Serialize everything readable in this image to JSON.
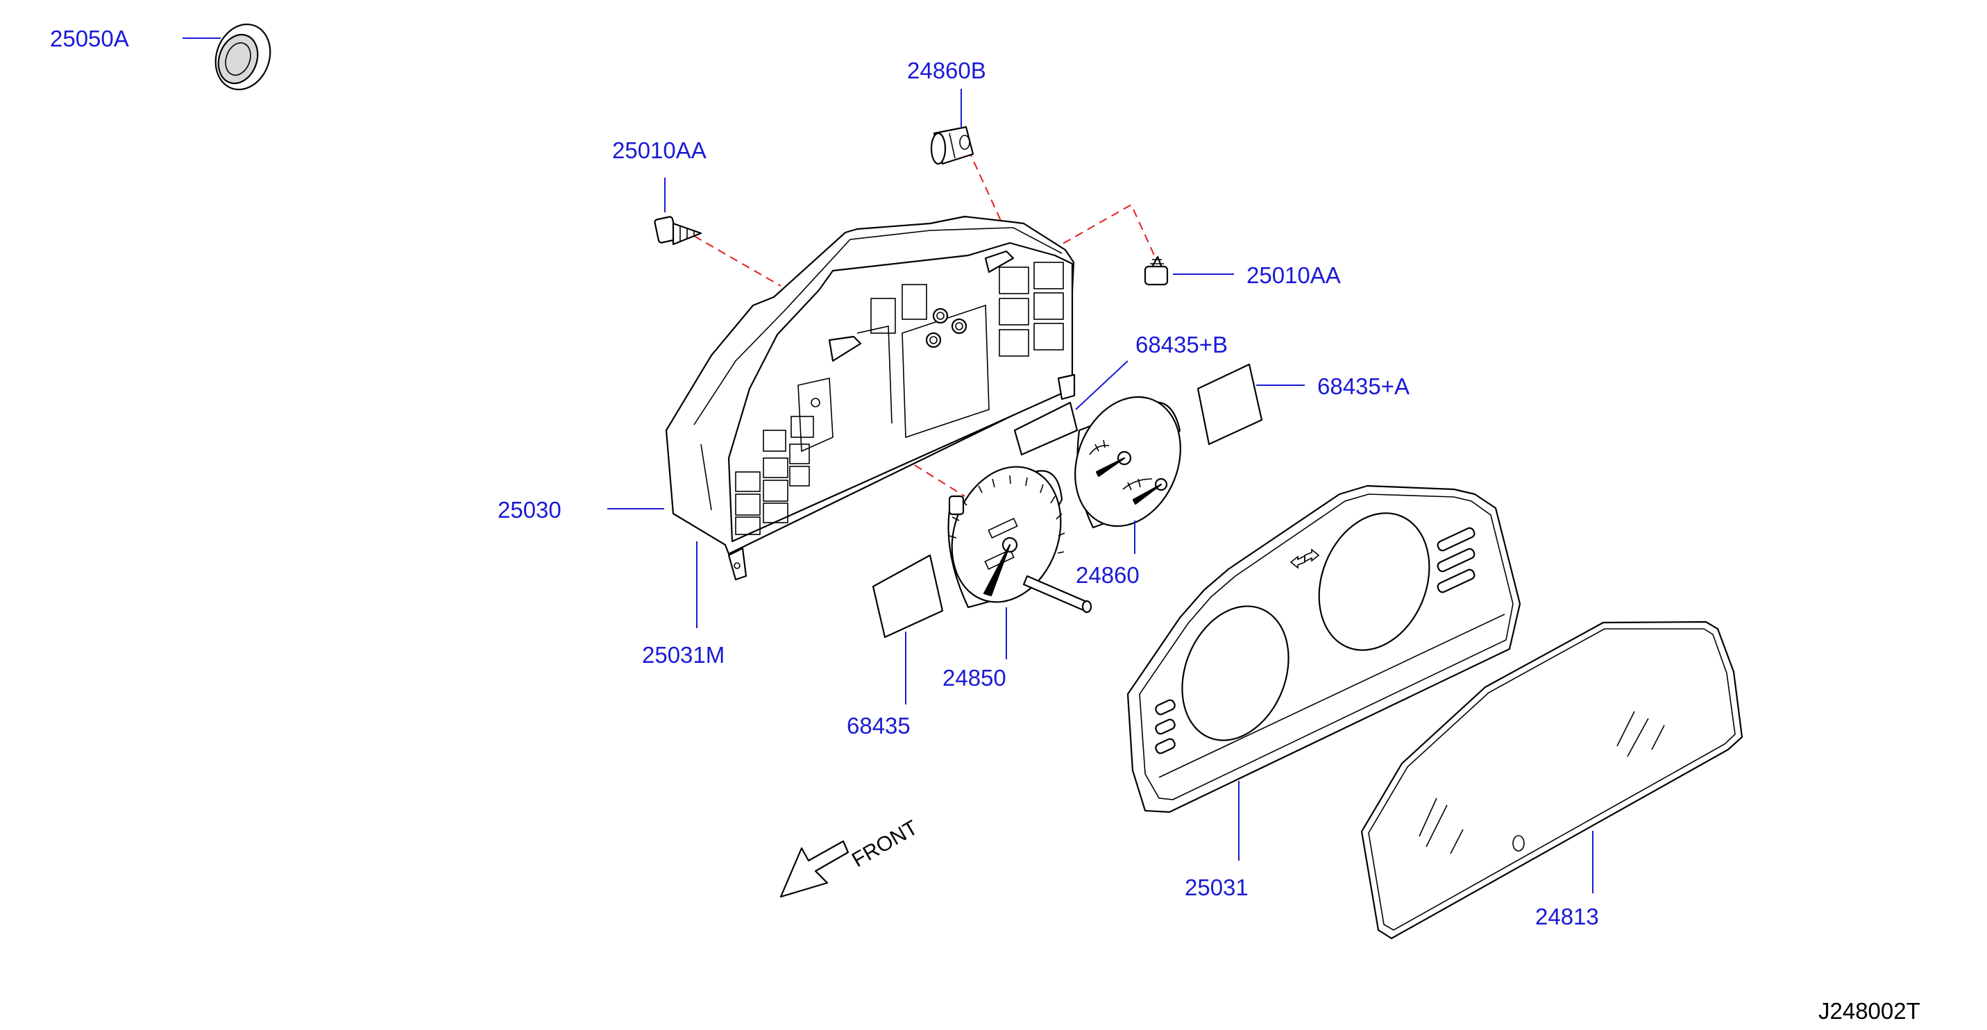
{
  "diagram": {
    "callouts": {
      "c_25050A": "25050A",
      "c_24860B": "24860B",
      "c_25010AA_left": "25010AA",
      "c_25010AA_right": "25010AA",
      "c_68435B": "68435+B",
      "c_68435A": "68435+A",
      "c_25030": "25030",
      "c_24860": "24860",
      "c_25031M": "25031M",
      "c_24850": "24850",
      "c_68435": "68435",
      "c_25031": "25031",
      "c_24813": "24813"
    },
    "front_label": "FRONT",
    "drawing_ref": "J248002T"
  },
  "colors": {
    "callout": "#1a1ad6",
    "dashed_line": "#e21d1d",
    "outline": "#000000",
    "background": "#ffffff"
  }
}
